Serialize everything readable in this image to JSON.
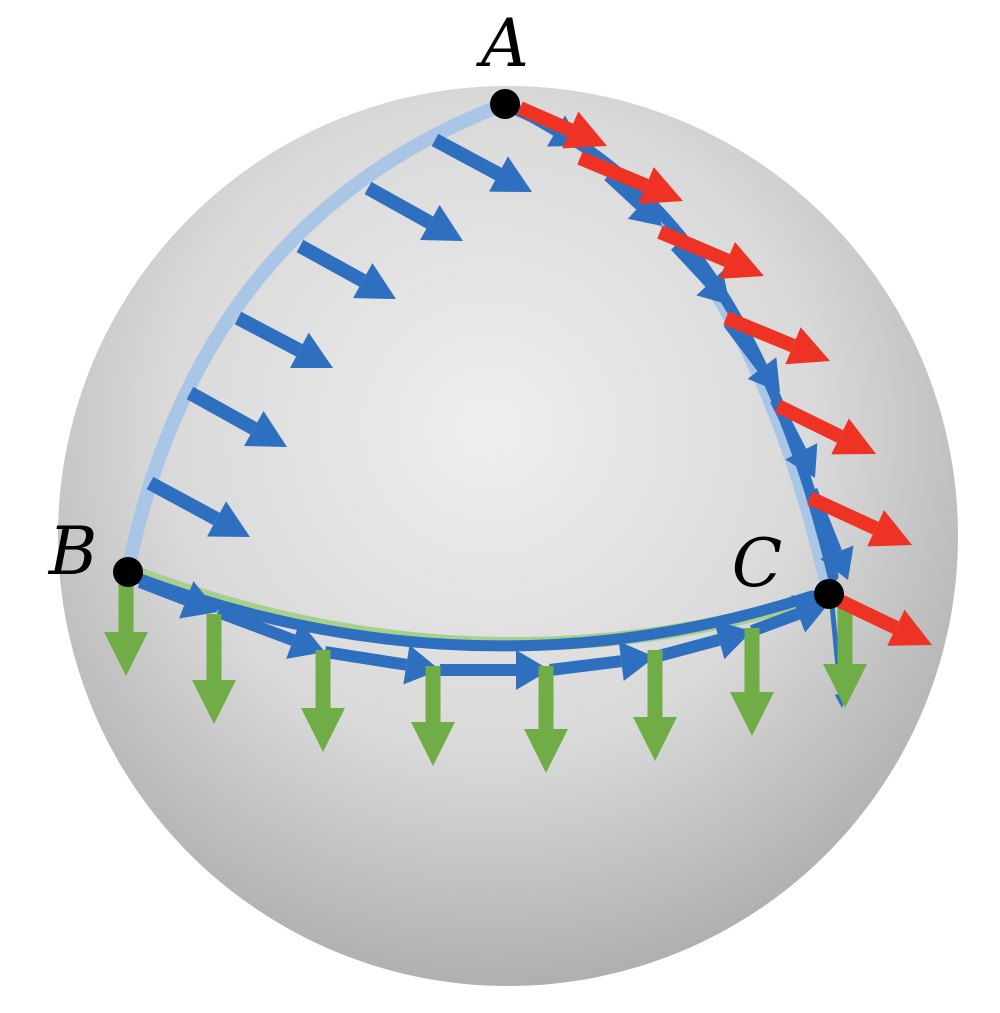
{
  "diagram": {
    "points": [
      {
        "id": "A",
        "label": "A"
      },
      {
        "id": "B",
        "label": "B"
      },
      {
        "id": "C",
        "label": "C"
      }
    ],
    "colors": {
      "sphere_light": "#efefef",
      "sphere_mid": "#d9d9d9",
      "sphere_dark": "#a9a9a9",
      "path_ab": "#a9c6e6",
      "path_bc": "#a8d08d",
      "path_ca": "#a9c6e6",
      "transport_arrow": "#2f6fc0",
      "normal_arrow_bottom": "#70ad47",
      "initial_arrow_side": "#ee3224",
      "point": "#000000"
    }
  }
}
